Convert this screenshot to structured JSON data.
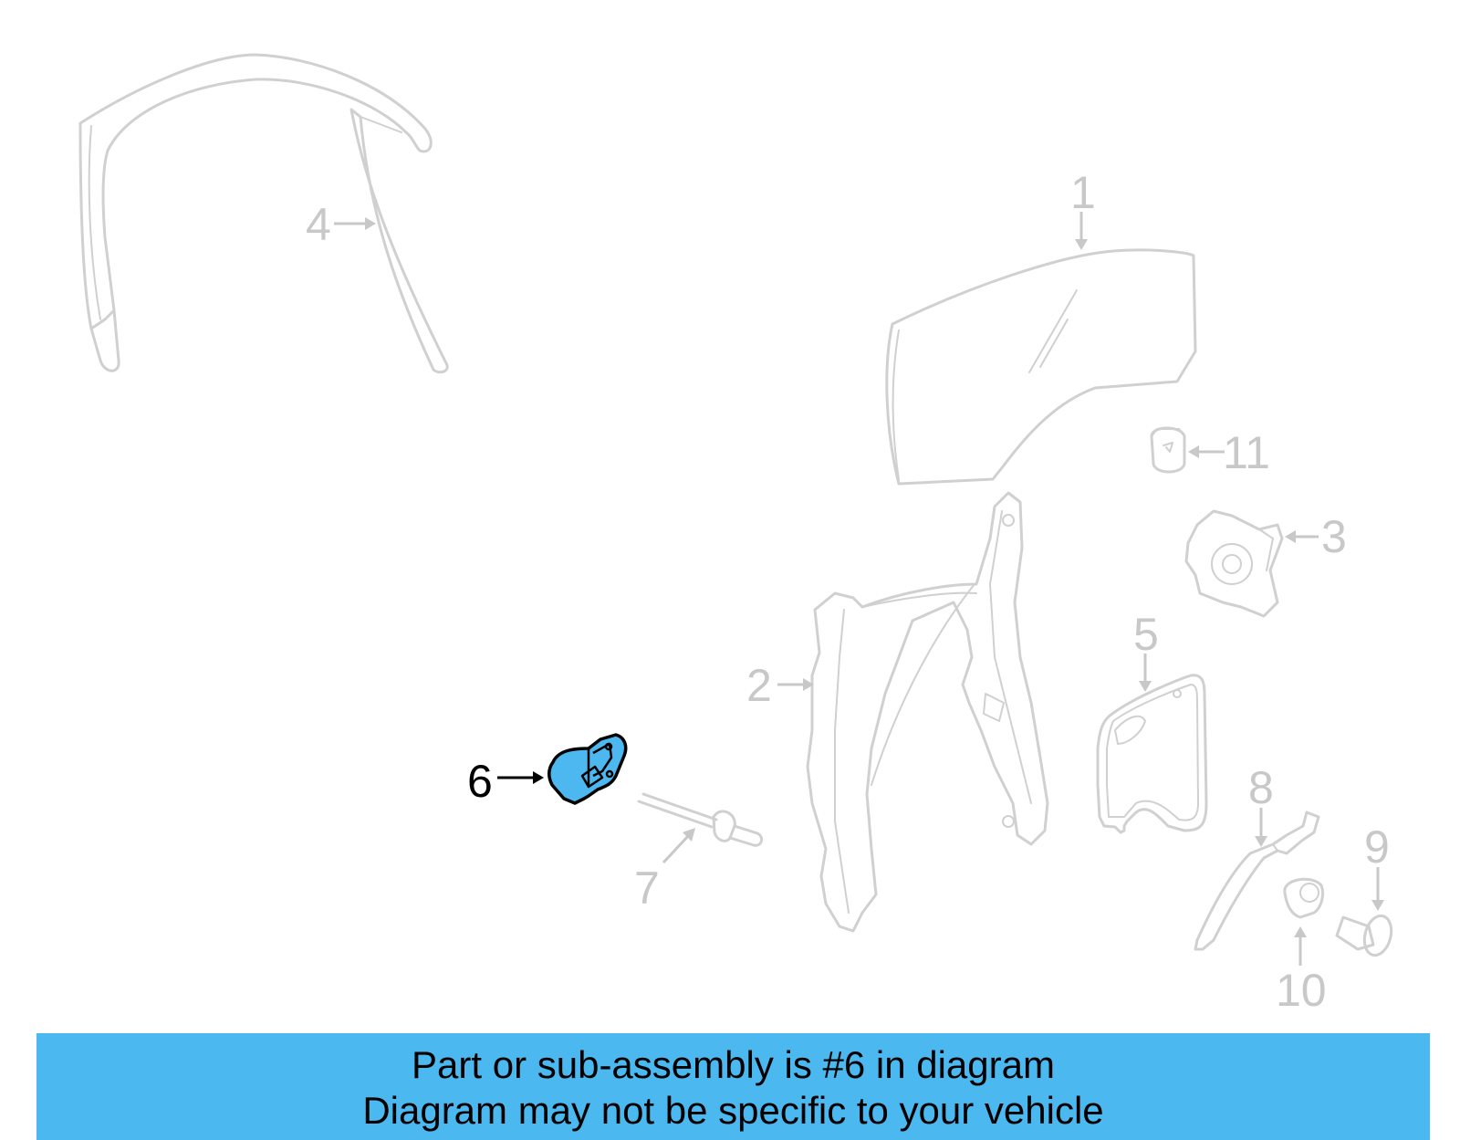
{
  "callouts": {
    "c1": "1",
    "c2": "2",
    "c3": "3",
    "c4": "4",
    "c5": "5",
    "c6": "6",
    "c7": "7",
    "c8": "8",
    "c9": "9",
    "c10": "10",
    "c11": "11"
  },
  "highlighted_part": "6",
  "colors": {
    "highlight_fill": "#4db8f0",
    "banner_background": "#4cb8f0",
    "part_outline": "#d0d0d0",
    "callout_text": "#c8c8c8"
  },
  "banner": {
    "line1": "Part or sub-assembly is #6 in diagram",
    "line2": "Diagram may not be specific to your vehicle"
  }
}
